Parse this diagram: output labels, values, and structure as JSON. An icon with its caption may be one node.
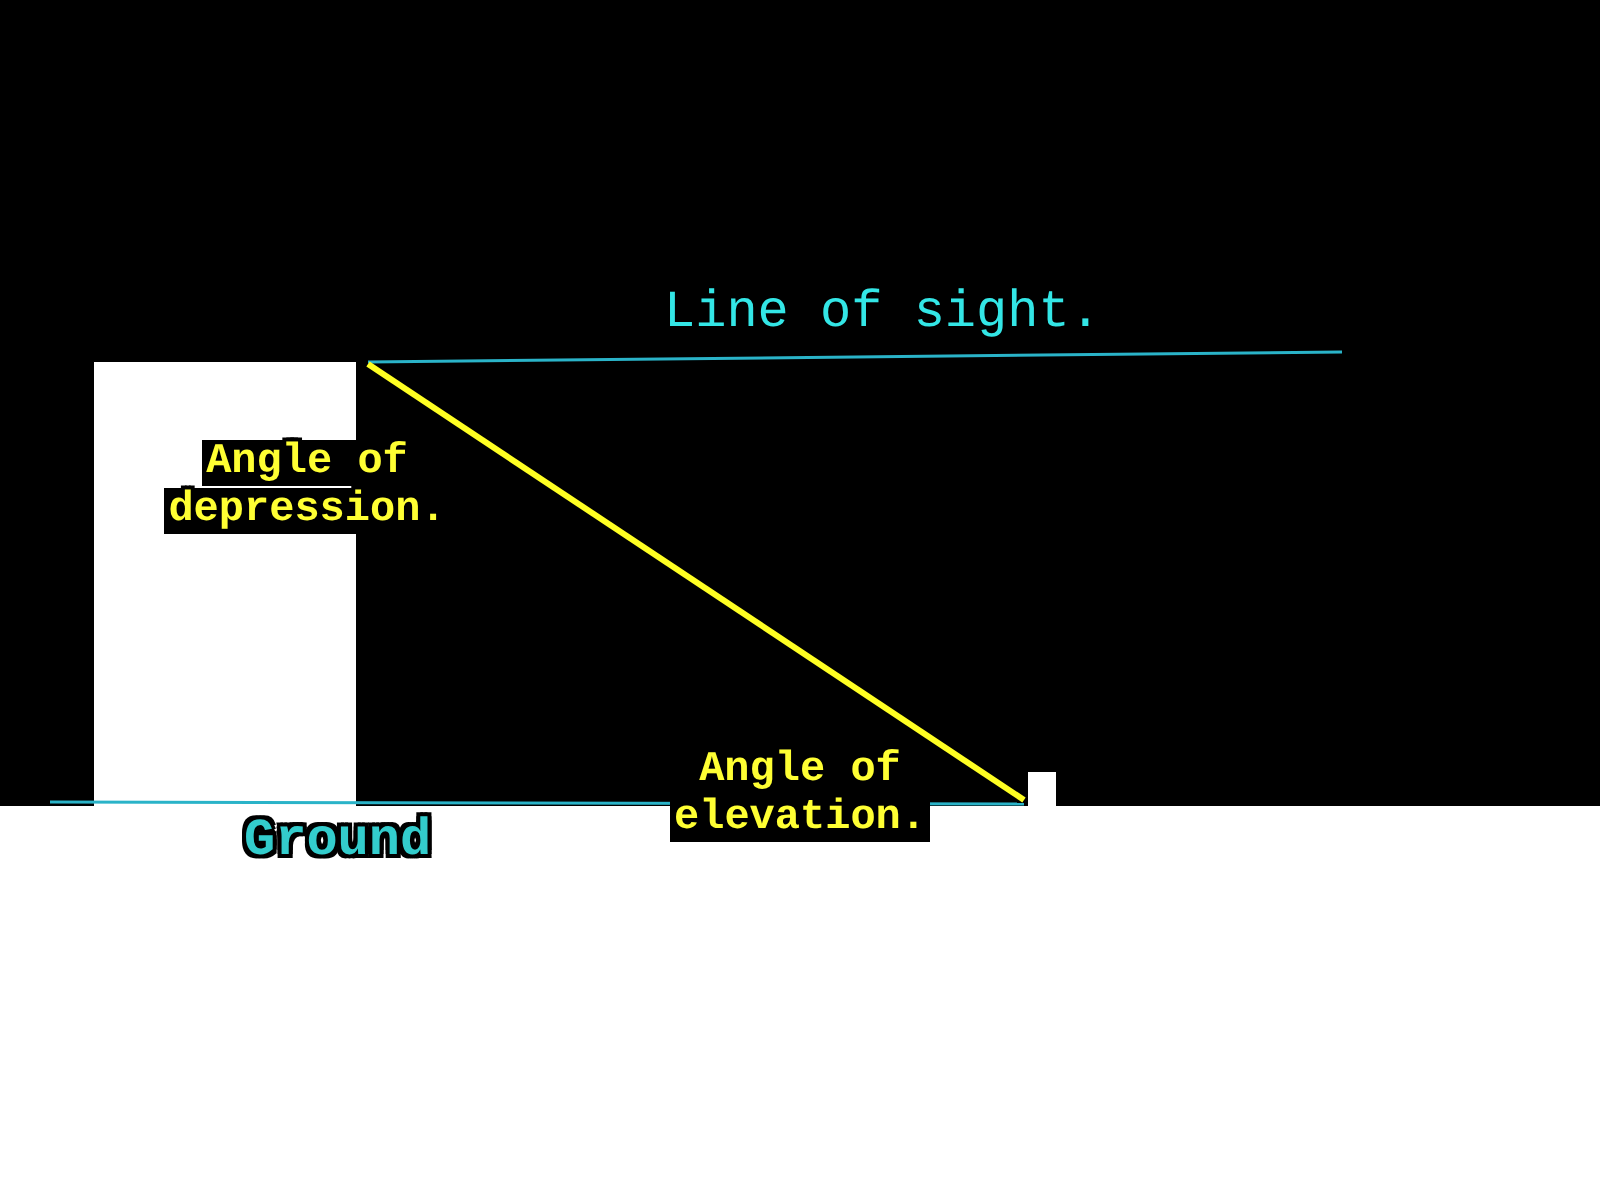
{
  "diagram": {
    "labels": [
      "Line of sight.",
      "Angle of depression.",
      "Angle of elevation.",
      "Ground"
    ]
  }
}
